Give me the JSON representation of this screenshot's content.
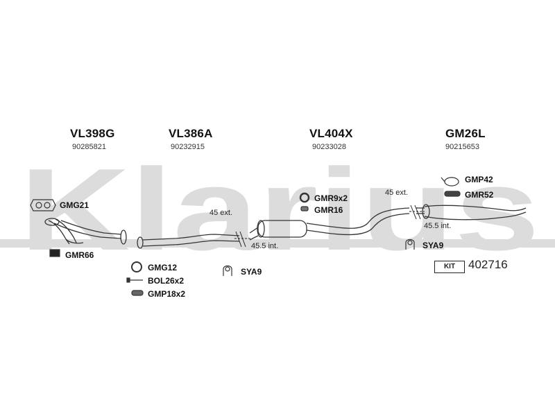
{
  "watermark": {
    "text": "Klarius",
    "color": "#d9d9d9"
  },
  "sections": [
    {
      "code": "VL398G",
      "number": "90285821"
    },
    {
      "code": "VL386A",
      "number": "90232915"
    },
    {
      "code": "VL404X",
      "number": "90233028"
    },
    {
      "code": "GM26L",
      "number": "90215653"
    }
  ],
  "parts": [
    {
      "label": "GMG21",
      "icon": "gasket-icon"
    },
    {
      "label": "GMR66",
      "icon": "rubber-mount-icon"
    },
    {
      "label": "GMG12",
      "icon": "ring-gasket-icon"
    },
    {
      "label": "BOL26x2",
      "icon": "bolt-icon"
    },
    {
      "label": "GMP18x2",
      "icon": "clamp-icon"
    },
    {
      "label": "SYA9",
      "icon": "hanger-icon"
    },
    {
      "label": "GMR9x2",
      "icon": "rubber-ring-icon"
    },
    {
      "label": "GMR16",
      "icon": "rubber-block-icon"
    },
    {
      "label": "GMP42",
      "icon": "clamp-ring-icon"
    },
    {
      "label": "GMR52",
      "icon": "rubber-strip-icon"
    },
    {
      "label": "SYA9",
      "icon": "hanger-icon"
    }
  ],
  "dimensions": {
    "ext_left": "45 ext.",
    "int_left": "45.5 int.",
    "ext_right": "45 ext.",
    "int_right": "45.5 int."
  },
  "kit": {
    "label": "KIT",
    "number": "402716"
  }
}
